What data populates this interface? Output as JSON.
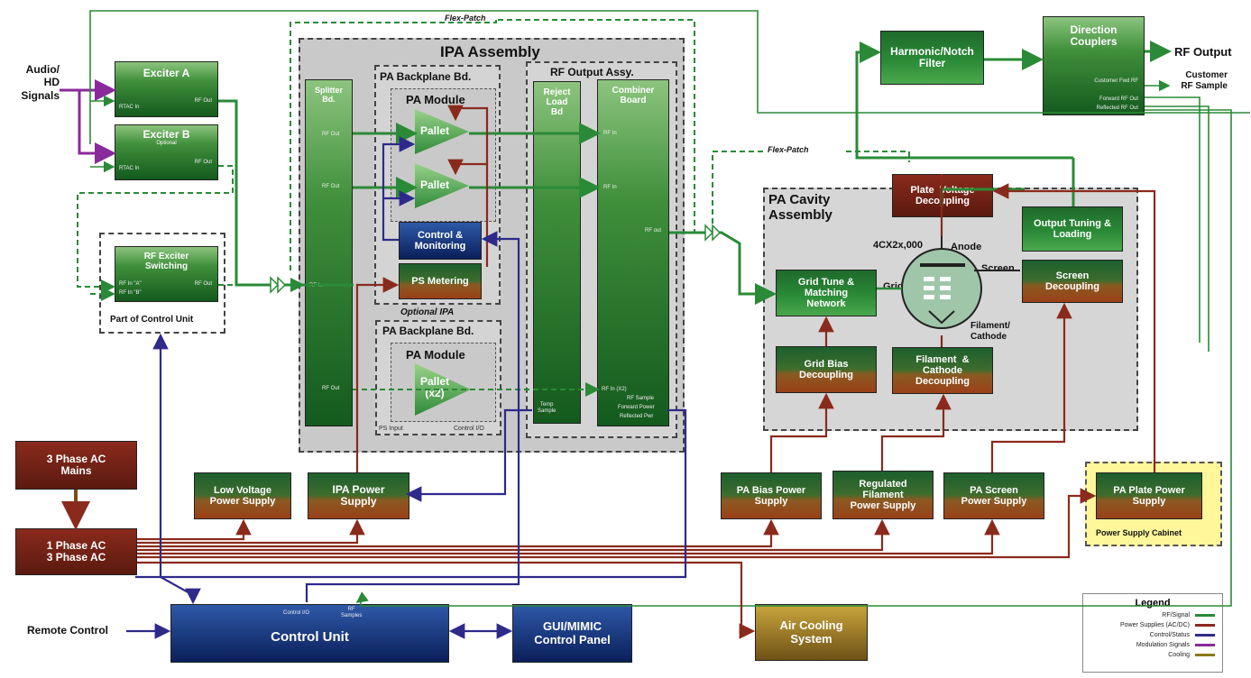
{
  "inputs": {
    "audio": "Audio/\nHD\nSignals",
    "remote": "Remote Control"
  },
  "flex_patch": "Flex-Patch",
  "exciter_a": {
    "title": "Exciter A",
    "rtac": "RTAC In",
    "rfout": "RF Out"
  },
  "exciter_b": {
    "title": "Exciter B",
    "sub": "Optional",
    "rtac": "RTAC In",
    "rfout": "RF Out"
  },
  "rf_switch": {
    "title": "RF Exciter\nSwitching",
    "in_a": "RF In \"A\"",
    "in_b": "RF In \"B\"",
    "rfout": "RF Out",
    "caption": "Part of Control Unit"
  },
  "ipa": {
    "title": "IPA Assembly",
    "splitter": {
      "title": "Splitter\nBd.",
      "rfout": "RF Out",
      "rfin": "RF In"
    },
    "backplane": "PA Backplane Bd.",
    "pa_module": "PA Module",
    "pallet": "Pallet",
    "pallet_x2": "Pallet\n(x2)",
    "control_monitoring": "Control &\nMonitoring",
    "ps_metering": "PS Metering",
    "optional_ipa": "Optional IPA",
    "ps_input": "PS Input",
    "control_io": "Control I/O",
    "rf_output_assy": "RF Output Assy.",
    "reject_load": "Reject\nLoad\nBd",
    "combiner": "Combiner\nBoard",
    "rfin": "RF In",
    "rfin_x2": "RF In (X2)",
    "rf_out": "RF out",
    "temp_sample": "Temp\nSample",
    "rf_sample": "RF Sample",
    "forward_power": "Forward Power",
    "reflected_pwr": "Reflected Pwr"
  },
  "harmonic": "Harmonic/Notch\nFilter",
  "couplers": {
    "title": "Direction\nCouplers",
    "customer_fwd": "Customer Fwd RF",
    "forward": "Forward RF Out",
    "reflected": "Reflected RF Out"
  },
  "rf_output": "RF Output",
  "customer_rf": "Customer\nRF Sample",
  "pa_cavity": {
    "title": "PA Cavity\nAssembly",
    "plate_decoupling": "Plate  Voltage\nDecoupling",
    "output_tuning": "Output Tuning &\nLoading",
    "tube": "4CX2x,000",
    "anode": "Anode",
    "screen": "Screen",
    "grid": "Grid",
    "filament_label": "Filament/\nCathode",
    "grid_tune": "Grid Tune &\nMatching\nNetwork",
    "screen_decoupling": "Screen\nDecoupling",
    "grid_bias": "Grid Bias\nDecoupling",
    "filament_cathode": "Filament  &\nCathode\nDecoupling"
  },
  "supplies": {
    "mains": "3 Phase AC\nMains",
    "phase": "1 Phase AC\n3 Phase AC",
    "low_voltage": "Low Voltage\nPower Supply",
    "ipa_power": "IPA Power\nSupply",
    "pa_bias": "PA Bias Power\nSupply",
    "regulated_filament": "Regulated\nFilament\nPower Supply",
    "pa_screen": "PA Screen\nPower Supply",
    "pa_plate": "PA Plate Power\nSupply",
    "cabinet": "Power Supply Cabinet"
  },
  "control_unit": {
    "title": "Control Unit",
    "io": "Control I/O",
    "samples": "RF\nSamples"
  },
  "gui": "GUI/MIMIC\nControl Panel",
  "air_cooling": "Air Cooling\nSystem",
  "legend": {
    "title": "Legend",
    "items": [
      {
        "label": "RF/Signal",
        "color": "#2a8a37"
      },
      {
        "label": "Power Supplies (AC/DC)",
        "color": "#8a2a1c"
      },
      {
        "label": "Control/Status",
        "color": "#2e2a8a"
      },
      {
        "label": "Modulation Signals",
        "color": "#8a2a9a"
      },
      {
        "label": "Cooling",
        "color": "#8a7a1a"
      }
    ]
  }
}
